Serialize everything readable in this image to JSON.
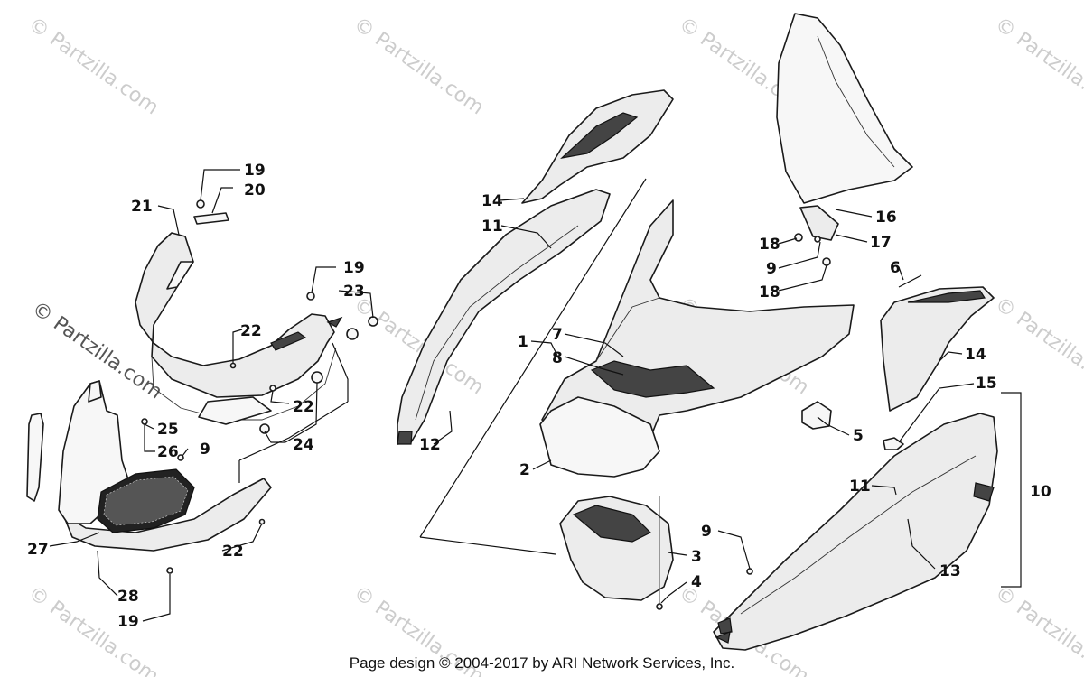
{
  "watermark_text": "© Partzilla.com",
  "callouts": [
    {
      "id": "c19a",
      "text": "19"
    },
    {
      "id": "c20",
      "text": "20"
    },
    {
      "id": "c21",
      "text": "21"
    },
    {
      "id": "c19b",
      "text": "19"
    },
    {
      "id": "c23",
      "text": "23"
    },
    {
      "id": "c22a",
      "text": "22"
    },
    {
      "id": "c22b",
      "text": "22"
    },
    {
      "id": "c24",
      "text": "24"
    },
    {
      "id": "c25",
      "text": "25"
    },
    {
      "id": "c26",
      "text": "26"
    },
    {
      "id": "c9a",
      "text": "9"
    },
    {
      "id": "c27",
      "text": "27"
    },
    {
      "id": "c22c",
      "text": "22"
    },
    {
      "id": "c28",
      "text": "28"
    },
    {
      "id": "c19c",
      "text": "19"
    },
    {
      "id": "c14a",
      "text": "14"
    },
    {
      "id": "c11a",
      "text": "11"
    },
    {
      "id": "c1",
      "text": "1"
    },
    {
      "id": "c7",
      "text": "7"
    },
    {
      "id": "c8",
      "text": "8"
    },
    {
      "id": "c12",
      "text": "12"
    },
    {
      "id": "c2",
      "text": "2"
    },
    {
      "id": "c3",
      "text": "3"
    },
    {
      "id": "c4",
      "text": "4"
    },
    {
      "id": "c9b",
      "text": "9"
    },
    {
      "id": "c16",
      "text": "16"
    },
    {
      "id": "c18a",
      "text": "18"
    },
    {
      "id": "c17",
      "text": "17"
    },
    {
      "id": "c9c",
      "text": "9"
    },
    {
      "id": "c18b",
      "text": "18"
    },
    {
      "id": "c6",
      "text": "6"
    },
    {
      "id": "c14b",
      "text": "14"
    },
    {
      "id": "c15",
      "text": "15"
    },
    {
      "id": "c5",
      "text": "5"
    },
    {
      "id": "c11b",
      "text": "11"
    },
    {
      "id": "c10",
      "text": "10"
    },
    {
      "id": "c13",
      "text": "13"
    }
  ],
  "footer": "Page design © 2004-2017 by ARI Network Services, Inc."
}
